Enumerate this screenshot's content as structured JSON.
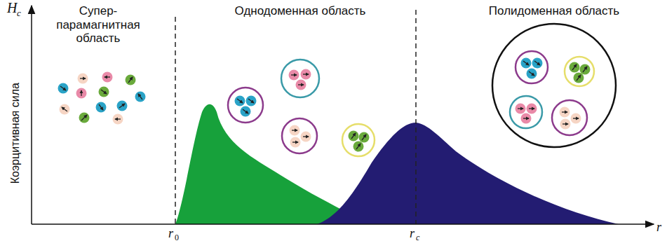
{
  "diagram": {
    "labels": [
      "H",
      "c",
      "Коэрцитивная сила",
      "Супер- парамагнитная область",
      "Однодоменная область",
      "Полидоменная область",
      "r",
      "0",
      "r",
      "c",
      "r"
    ]
  }
}
